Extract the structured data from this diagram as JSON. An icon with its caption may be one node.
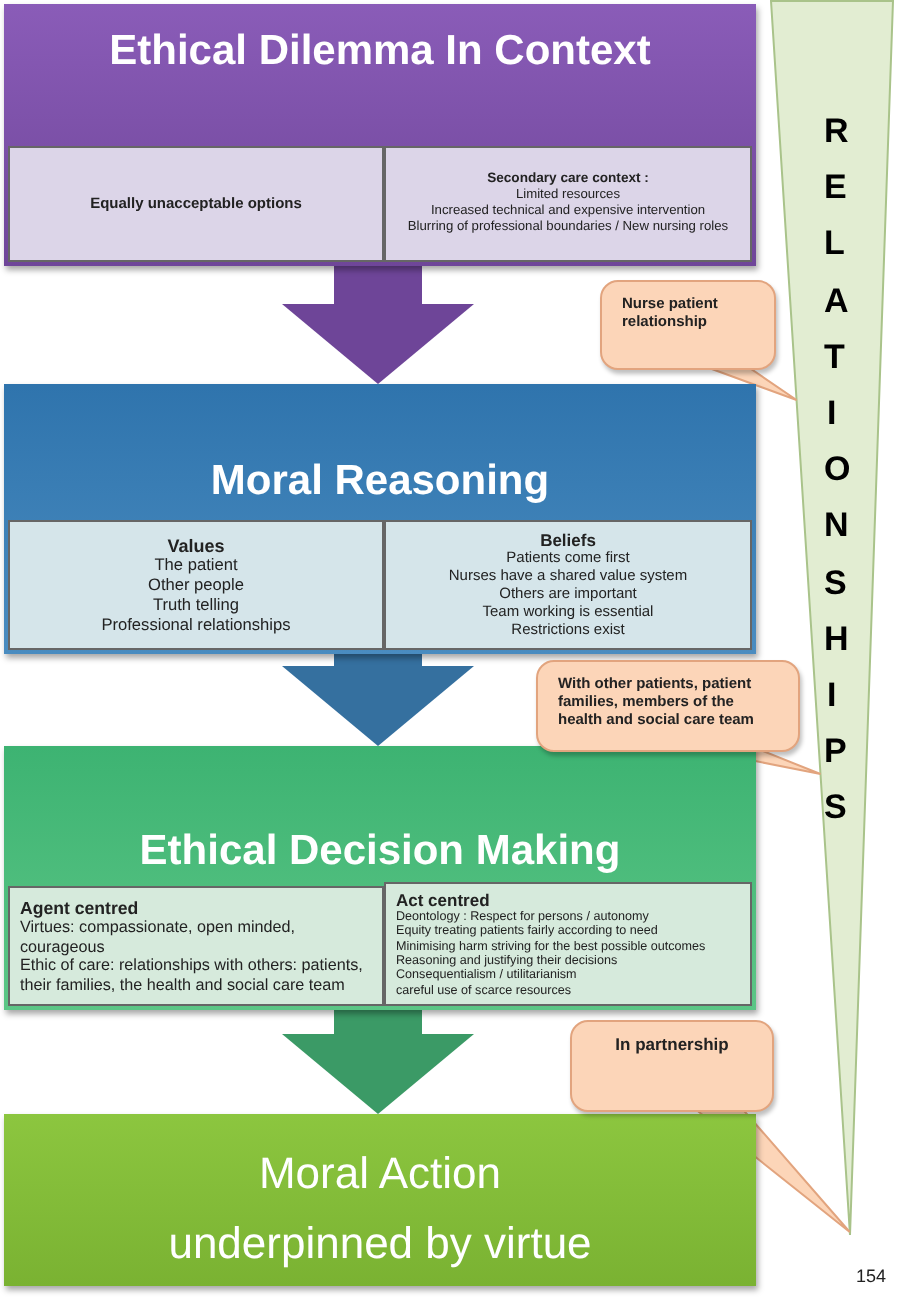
{
  "diagram": {
    "nodes": [
      {
        "text": [
          "Ethical Dilemma In Context"
        ]
      },
      {
        "text": [
          "Equally unacceptable options"
        ],
        "in": 0
      },
      {
        "text": [
          "Secondary care context :",
          "Limited resources",
          "Increased  technical and expensive intervention",
          "Blurring of professional boundaries / New nursing roles"
        ],
        "in": 0
      },
      {
        "text": [
          "Moral  Reasoning"
        ]
      },
      {
        "text": [
          "Values",
          "The patient",
          "Other people",
          "Truth telling",
          "Professional relationships"
        ],
        "in": 3
      },
      {
        "text": [
          "Beliefs",
          "Patients come first",
          "Nurses have a shared value system",
          "Others are important",
          "Team working is essential",
          "Restrictions exist"
        ],
        "in": 3
      },
      {
        "text": [
          "Ethical Decision Making"
        ]
      },
      {
        "text": [
          "Agent centred",
          "Virtues: compassionate, open minded, courageous",
          "Ethic of care: relationships with others: patients, their families, the health and social care team"
        ],
        "in": 6
      },
      {
        "text": [
          "Act centred",
          "Deontology :  Respect for persons / autonomy",
          "Equity  treating  patients fairly  according to need",
          "Minimising harm striving for the best possible outcomes",
          "Reasoning and justifying their decisions",
          "Consequentialism / utilitarianism",
          "careful use of scarce resources"
        ],
        "in": 6
      },
      {
        "text": [
          "Moral Action underpinned by virtue"
        ]
      },
      {
        "text": [
          "RELATIONSHIPS"
        ]
      },
      {
        "text": [
          "Nurse patient relationship"
        ]
      },
      {
        "text": [
          "With other patients, patient families, members of the health and social care team"
        ]
      },
      {
        "text": [
          "In partnership"
        ]
      }
    ],
    "edges": [
      {
        "from": 0,
        "to": 3,
        "arrow": "to"
      },
      {
        "from": 3,
        "to": 6,
        "arrow": "to"
      },
      {
        "from": 6,
        "to": 9,
        "arrow": "to"
      },
      {
        "from": 11,
        "to": 10,
        "arrow": "none"
      },
      {
        "from": 12,
        "to": 10,
        "arrow": "none"
      },
      {
        "from": 13,
        "to": 10,
        "arrow": "none"
      }
    ],
    "labels": [
      "154"
    ]
  }
}
